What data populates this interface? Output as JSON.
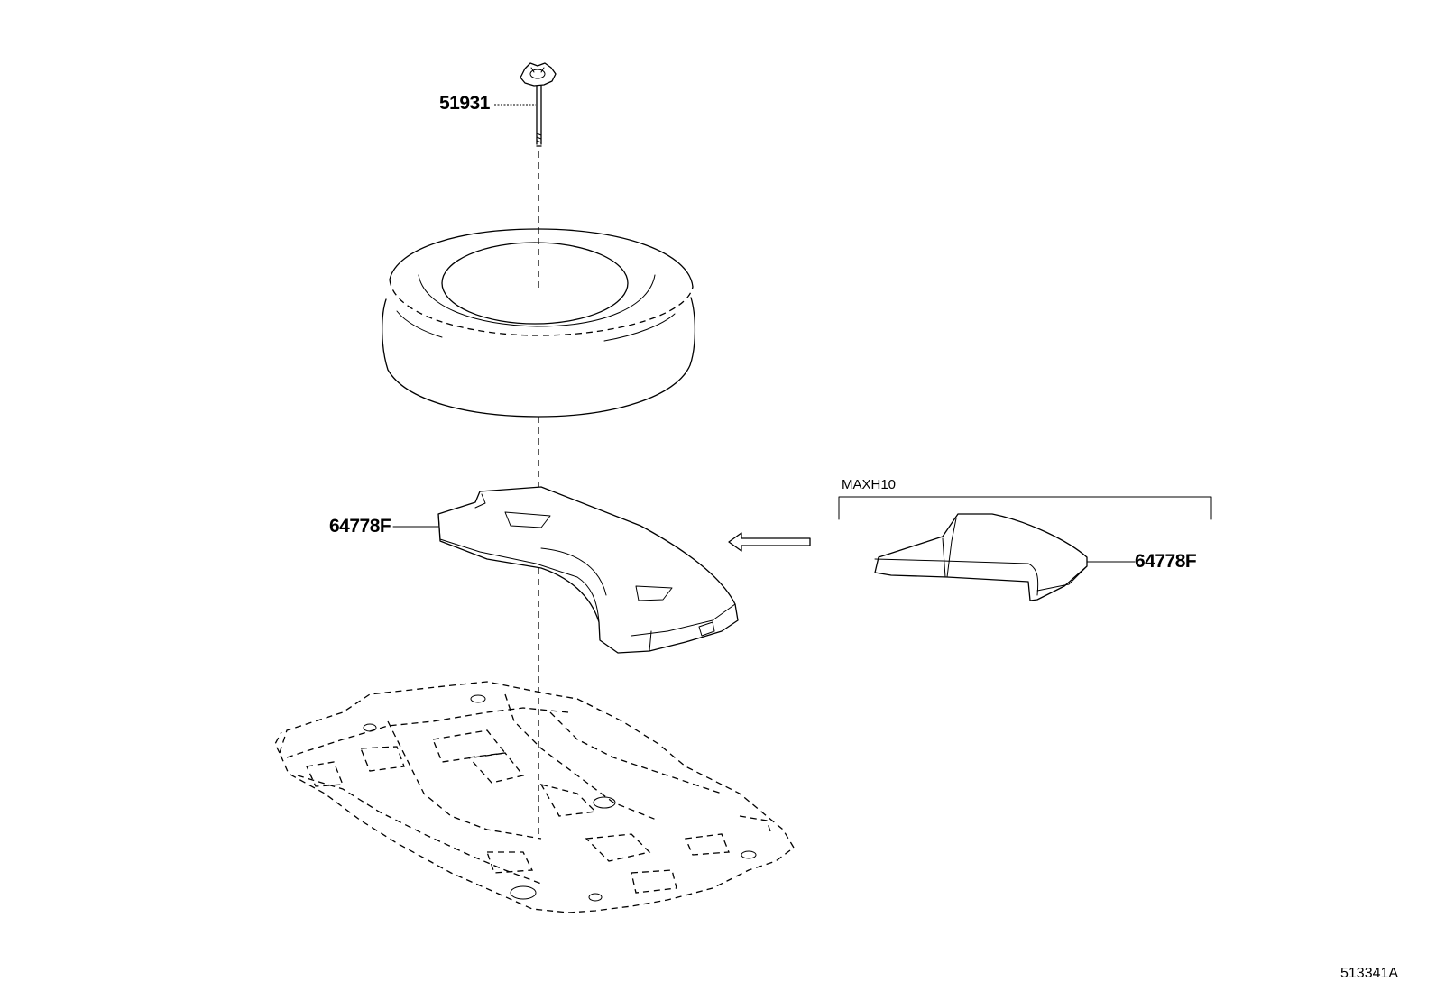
{
  "parts": {
    "bolt_label": "51931",
    "tray_label": "64778F",
    "tray_alt_label": "64778F"
  },
  "variant": {
    "label": "MAXH10"
  },
  "figure": {
    "id": "513341A"
  }
}
